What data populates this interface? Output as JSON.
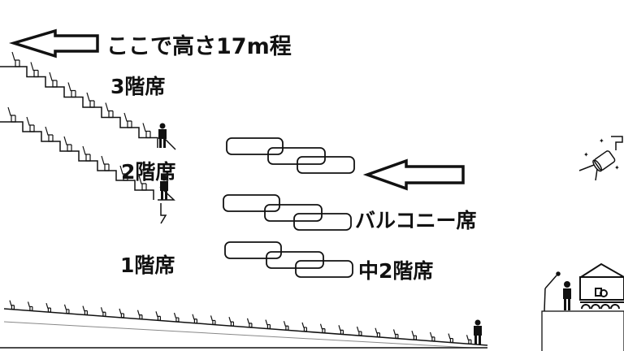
{
  "labels": {
    "height_note": "ここで高さ17m程",
    "floor3": "3階席",
    "floor2": "2階席",
    "floor1": "1階席",
    "balcony": "バルコニー席",
    "mezzanine": "中2階席"
  },
  "icons": [
    "left-arrow-icon",
    "seat-icon",
    "person-icon",
    "spotlight-icon",
    "microphone-stand-icon",
    "stage-band-icon"
  ],
  "colors": {
    "ink": "#111111",
    "background": "#ffffff"
  }
}
